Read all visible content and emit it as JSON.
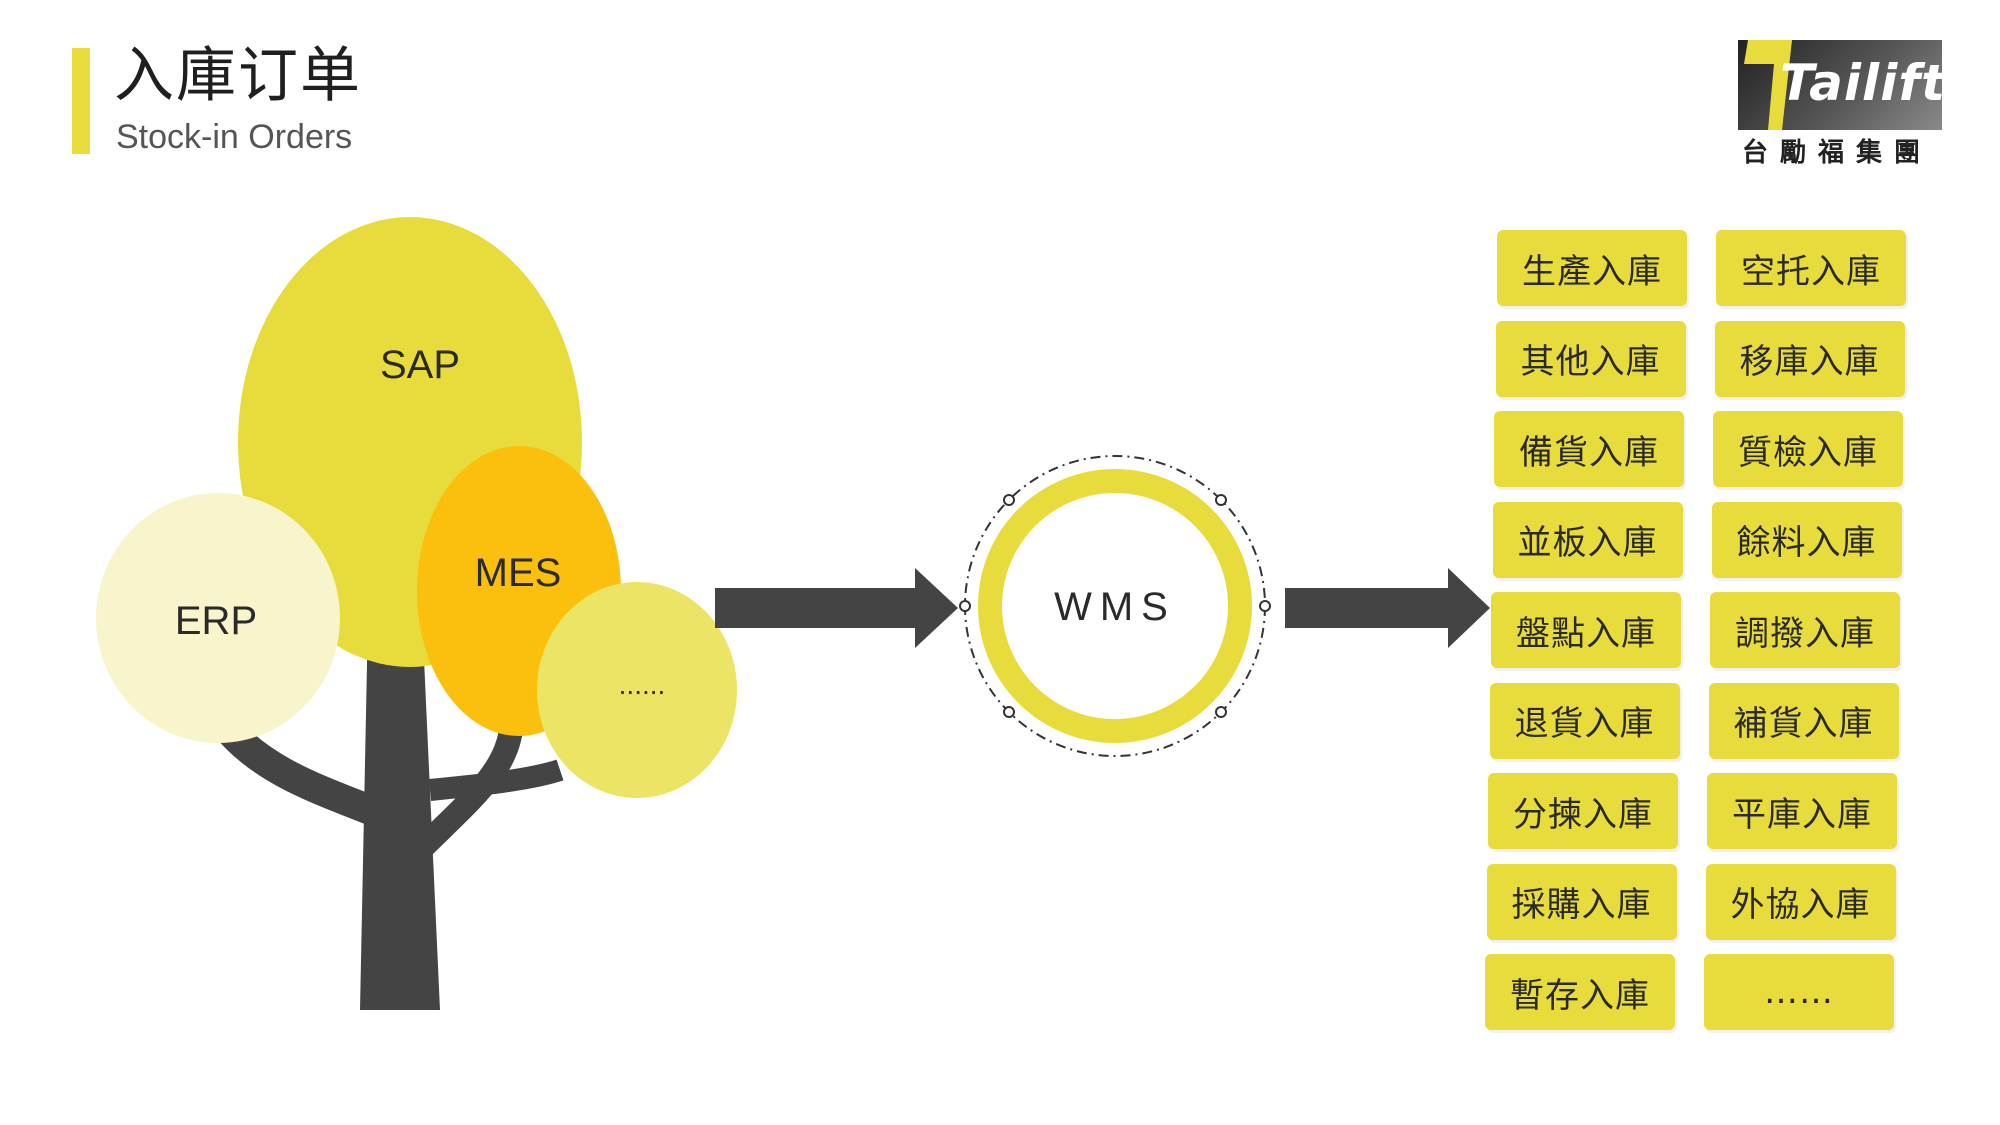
{
  "title": {
    "main": "入庫订单",
    "sub": "Stock-in Orders"
  },
  "logo": {
    "brand": "Tailift",
    "chinese": "台勵福集團"
  },
  "tree": {
    "sap": "SAP",
    "mes": "MES",
    "erp": "ERP",
    "more": "......"
  },
  "center": {
    "label": "WMS"
  },
  "colors": {
    "accent": "#e8dc3c",
    "trunk": "#444444",
    "mes": "#fbbf0e",
    "erp": "#f8f4cc"
  },
  "order_types": [
    "生產入庫",
    "空托入庫",
    "其他入庫",
    "移庫入庫",
    "備貨入庫",
    "質檢入庫",
    "並板入庫",
    "餘料入庫",
    "盤點入庫",
    "調撥入庫",
    "退貨入庫",
    "補貨入庫",
    "分揀入庫",
    "平庫入庫",
    "採購入庫",
    "外協入庫",
    "暫存入庫",
    "……"
  ]
}
